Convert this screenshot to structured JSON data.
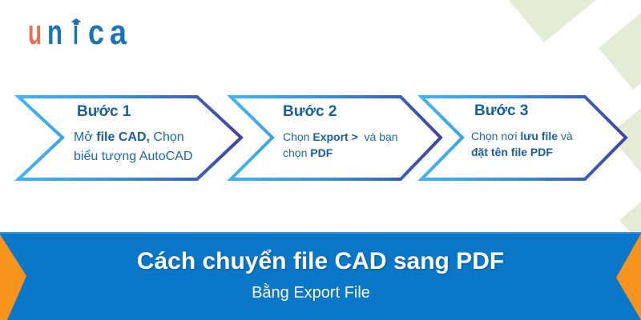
{
  "logo": {
    "letters": [
      "u",
      "n",
      "i",
      "c",
      "a"
    ],
    "colors": {
      "first_letter": "#f26b4f",
      "rest": "#1a73b8"
    }
  },
  "steps": [
    {
      "title": "Bước 1",
      "lines": [
        [
          {
            "text": "Mở ",
            "bold": false
          },
          {
            "text": "file CAD,",
            "bold": true
          },
          {
            "text": " Chọn",
            "bold": false
          }
        ],
        [
          {
            "text": "biểu tượng AutoCAD",
            "bold": false
          }
        ]
      ]
    },
    {
      "title": "Bước 2",
      "lines": [
        [
          {
            "text": "Chọn ",
            "bold": false
          },
          {
            "text": "Export >",
            "bold": true
          },
          {
            "text": "  và bạn",
            "bold": false
          }
        ],
        [
          {
            "text": "chọn ",
            "bold": false
          },
          {
            "text": "PDF",
            "bold": true
          }
        ]
      ]
    },
    {
      "title": "Bước 3",
      "lines": [
        [
          {
            "text": "Chọn nơi ",
            "bold": false
          },
          {
            "text": "lưu file",
            "bold": true
          },
          {
            "text": " và",
            "bold": false
          }
        ],
        [
          {
            "text": "đặt tên file PDF",
            "bold": true
          }
        ]
      ]
    }
  ],
  "banner": {
    "title": "Cách chuyển file CAD sang PDF",
    "subtitle": "Bằng Export File"
  },
  "colors": {
    "banner_blue": "#0a77c9",
    "accent_orange": "#f7941d",
    "step_text": "#1b67ad",
    "chevron_light": "#3fb4f6",
    "chevron_dark": "#3c46a0",
    "decor_green": "#e4ecd5"
  }
}
